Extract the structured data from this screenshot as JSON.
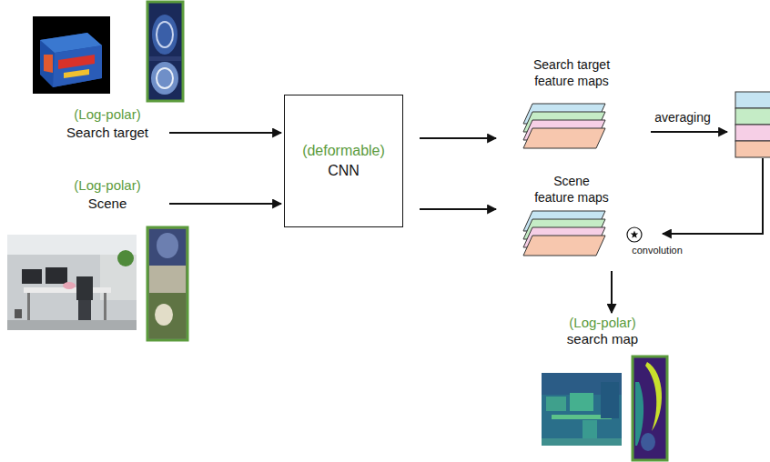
{
  "diagram": {
    "nodes": [
      {
        "text": [
          "(Log-polar)",
          "Search target"
        ]
      },
      {
        "text": [
          "(Log-polar)",
          "Scene"
        ]
      },
      {
        "text": [
          "(deformable)",
          "CNN"
        ]
      },
      {
        "text": [
          "Search target feature maps"
        ]
      },
      {
        "text": [
          "Scene feature maps"
        ]
      },
      {
        "text": [
          "(Log-polar)",
          "search map"
        ]
      }
    ],
    "edges": [
      {
        "from": 0,
        "to": 2,
        "arrow": "to"
      },
      {
        "from": 1,
        "to": 2,
        "arrow": "to"
      },
      {
        "from": 2,
        "to": 3,
        "arrow": "to"
      },
      {
        "from": 2,
        "to": 4,
        "arrow": "to"
      },
      {
        "from": 4,
        "to": 5,
        "arrow": "to"
      }
    ],
    "labels": [
      "averaging",
      "convolution"
    ]
  }
}
